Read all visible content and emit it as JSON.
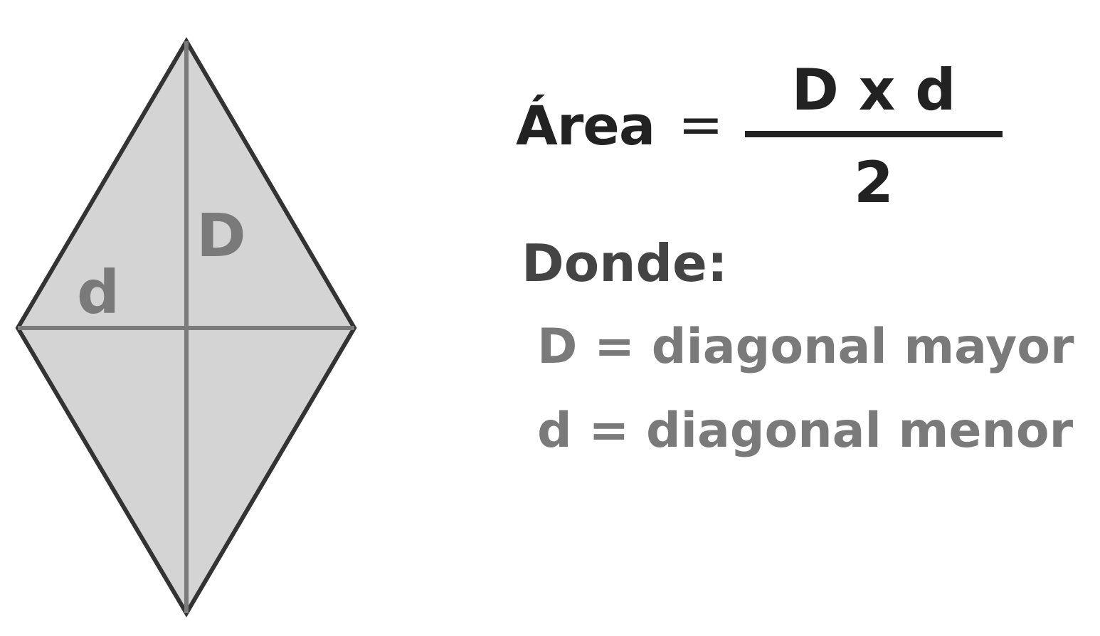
{
  "figure": {
    "label_major": "D",
    "label_minor": "d",
    "fill_color": "#d4d4d4",
    "outline_color": "#333333",
    "diagonal_color": "#7a7a7a",
    "label_color": "#7a7a7a"
  },
  "formula": {
    "lhs": "Área",
    "equals": "=",
    "numerator": "D x d",
    "denominator": "2"
  },
  "legend": {
    "heading": "Donde:",
    "major": "D = diagonal mayor",
    "minor": "d = diagonal menor"
  }
}
